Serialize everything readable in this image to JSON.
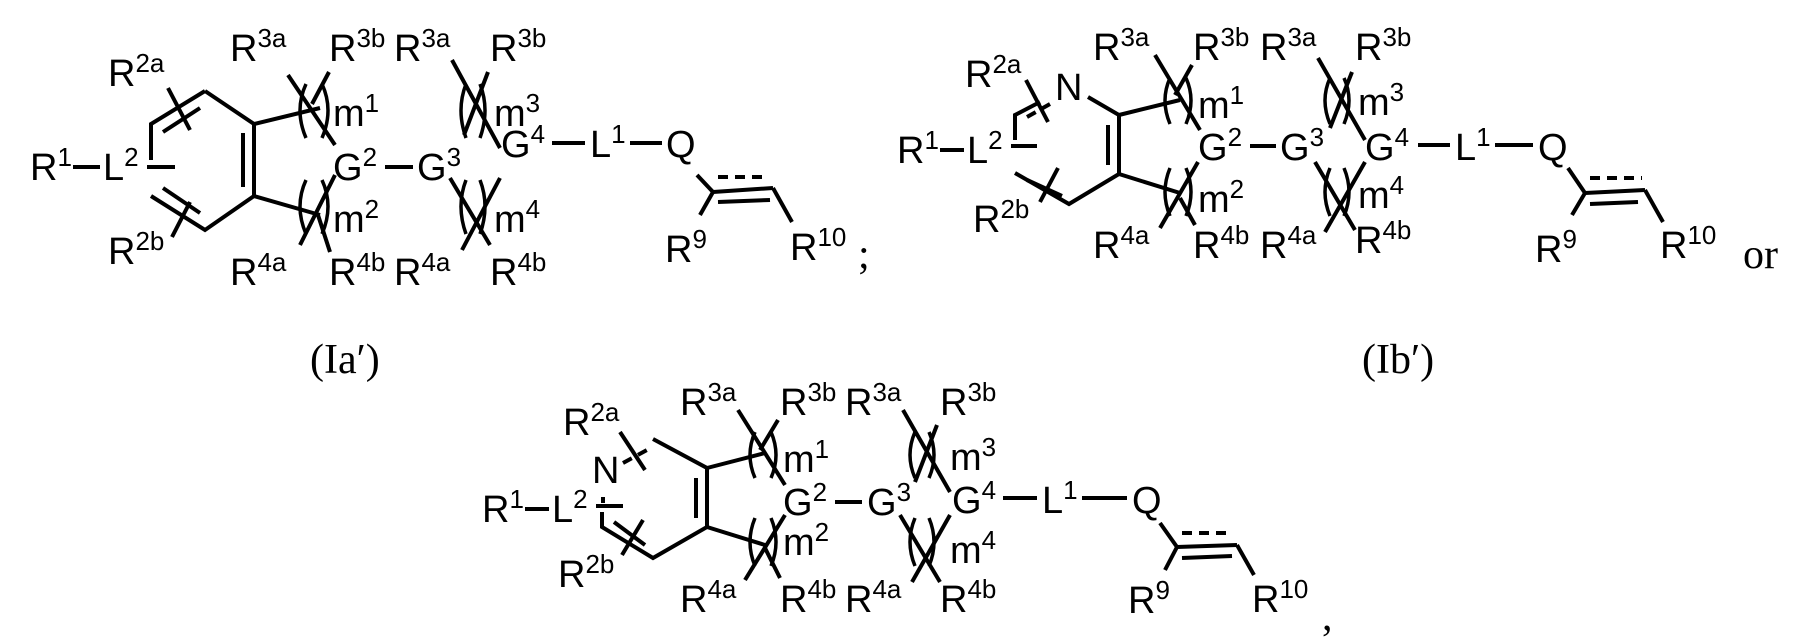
{
  "figure": {
    "colors": {
      "ink": "#000000",
      "background": "#ffffff"
    },
    "structures": [
      {
        "id": "Ia'",
        "caption": "(Ia′)",
        "terminator": ";",
        "ring": "benzene",
        "labels": {
          "R1": {
            "base": "R",
            "sup": "1"
          },
          "L2": {
            "base": "L",
            "sup": "2"
          },
          "R2a": {
            "base": "R",
            "sup": "2a"
          },
          "R2b": {
            "base": "R",
            "sup": "2b"
          },
          "R3a_1": {
            "base": "R",
            "sup": "3a"
          },
          "R3b_1": {
            "base": "R",
            "sup": "3b"
          },
          "R3a_2": {
            "base": "R",
            "sup": "3a"
          },
          "R3b_2": {
            "base": "R",
            "sup": "3b"
          },
          "R4a_1": {
            "base": "R",
            "sup": "4a"
          },
          "R4b_1": {
            "base": "R",
            "sup": "4b"
          },
          "R4a_2": {
            "base": "R",
            "sup": "4a"
          },
          "R4b_2": {
            "base": "R",
            "sup": "4b"
          },
          "m1": {
            "base": "m",
            "sup": "1"
          },
          "m2": {
            "base": "m",
            "sup": "2"
          },
          "m3": {
            "base": "m",
            "sup": "3"
          },
          "m4": {
            "base": "m",
            "sup": "4"
          },
          "G2": {
            "base": "G",
            "sup": "2"
          },
          "G3": {
            "base": "G",
            "sup": "3"
          },
          "G4": {
            "base": "G",
            "sup": "4"
          },
          "L1": {
            "base": "L",
            "sup": "1"
          },
          "Q": {
            "base": "Q",
            "sup": ""
          },
          "R9": {
            "base": "R",
            "sup": "9"
          },
          "R10": {
            "base": "R",
            "sup": "10"
          }
        }
      },
      {
        "id": "Ib'",
        "caption": "(Ib′)",
        "terminator": "or",
        "ring": "pyridine (N adjacent to fused carbon)",
        "hetero_atom": "N",
        "labels": {
          "R1": {
            "base": "R",
            "sup": "1"
          },
          "L2": {
            "base": "L",
            "sup": "2"
          },
          "R2a": {
            "base": "R",
            "sup": "2a"
          },
          "R2b": {
            "base": "R",
            "sup": "2b"
          },
          "R3a_1": {
            "base": "R",
            "sup": "3a"
          },
          "R3b_1": {
            "base": "R",
            "sup": "3b"
          },
          "R3a_2": {
            "base": "R",
            "sup": "3a"
          },
          "R3b_2": {
            "base": "R",
            "sup": "3b"
          },
          "R4a_1": {
            "base": "R",
            "sup": "4a"
          },
          "R4b_1": {
            "base": "R",
            "sup": "4b"
          },
          "R4a_2": {
            "base": "R",
            "sup": "4a"
          },
          "R4b_2": {
            "base": "R",
            "sup": "4b"
          },
          "m1": {
            "base": "m",
            "sup": "1"
          },
          "m2": {
            "base": "m",
            "sup": "2"
          },
          "m3": {
            "base": "m",
            "sup": "3"
          },
          "m4": {
            "base": "m",
            "sup": "4"
          },
          "G2": {
            "base": "G",
            "sup": "2"
          },
          "G3": {
            "base": "G",
            "sup": "3"
          },
          "G4": {
            "base": "G",
            "sup": "4"
          },
          "L1": {
            "base": "L",
            "sup": "1"
          },
          "Q": {
            "base": "Q",
            "sup": ""
          },
          "R9": {
            "base": "R",
            "sup": "9"
          },
          "R10": {
            "base": "R",
            "sup": "10"
          }
        }
      },
      {
        "id": "Ic'",
        "caption": "",
        "terminator": ",",
        "ring": "pyridine (N meta to fused carbon)",
        "hetero_atom": "N",
        "labels": {
          "R1": {
            "base": "R",
            "sup": "1"
          },
          "L2": {
            "base": "L",
            "sup": "2"
          },
          "R2a": {
            "base": "R",
            "sup": "2a"
          },
          "R2b": {
            "base": "R",
            "sup": "2b"
          },
          "R3a_1": {
            "base": "R",
            "sup": "3a"
          },
          "R3b_1": {
            "base": "R",
            "sup": "3b"
          },
          "R3a_2": {
            "base": "R",
            "sup": "3a"
          },
          "R3b_2": {
            "base": "R",
            "sup": "3b"
          },
          "R4a_1": {
            "base": "R",
            "sup": "4a"
          },
          "R4b_1": {
            "base": "R",
            "sup": "4b"
          },
          "R4a_2": {
            "base": "R",
            "sup": "4a"
          },
          "R4b_2": {
            "base": "R",
            "sup": "4b"
          },
          "m1": {
            "base": "m",
            "sup": "1"
          },
          "m2": {
            "base": "m",
            "sup": "2"
          },
          "m3": {
            "base": "m",
            "sup": "3"
          },
          "m4": {
            "base": "m",
            "sup": "4"
          },
          "G2": {
            "base": "G",
            "sup": "2"
          },
          "G3": {
            "base": "G",
            "sup": "3"
          },
          "G4": {
            "base": "G",
            "sup": "4"
          },
          "L1": {
            "base": "L",
            "sup": "1"
          },
          "Q": {
            "base": "Q",
            "sup": ""
          },
          "R9": {
            "base": "R",
            "sup": "9"
          },
          "R10": {
            "base": "R",
            "sup": "10"
          }
        }
      }
    ]
  }
}
